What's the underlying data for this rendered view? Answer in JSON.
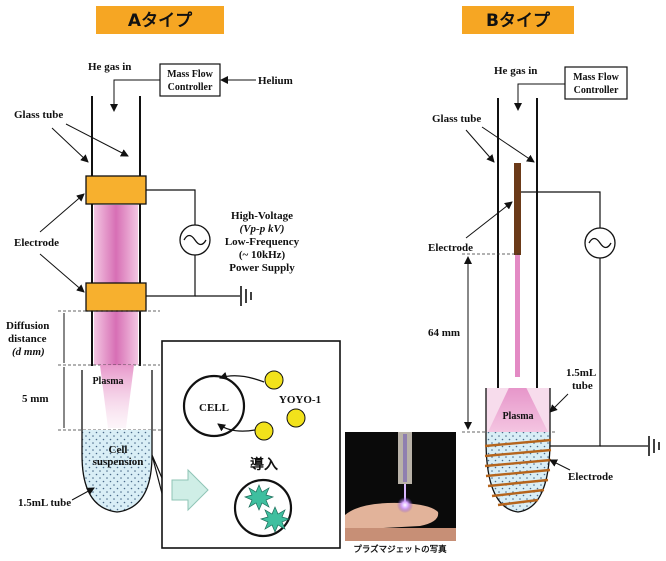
{
  "type_a": {
    "title": "Aタイプ",
    "he_gas_in": "He gas in",
    "mfc_line1": "Mass Flow",
    "mfc_line2": "Controller",
    "helium": "Helium",
    "glass_tube": "Glass tube",
    "electrode": "Electrode",
    "hv_line1": "High-Voltage",
    "hv_line2": "(Vp-p kV)",
    "hv_line3": "Low-Frequency",
    "hv_line4": "(~ 10kHz)",
    "hv_line5": "Power Supply",
    "diffusion_line1": "Diffusion",
    "diffusion_line2": "distance",
    "diffusion_line3": "(d mm)",
    "plasma": "Plasma",
    "five_mm": "5 mm",
    "cell_line1": "Cell",
    "cell_line2": "suspension",
    "tube_label": "1.5mL tube"
  },
  "inset": {
    "cell": "CELL",
    "yoyo": "YOYO-1",
    "introduction": "導入"
  },
  "photo": {
    "caption": "プラズマジェットの写真"
  },
  "type_b": {
    "title": "Bタイプ",
    "he_gas_in": "He gas in",
    "mfc_line1": "Mass Flow",
    "mfc_line2": "Controller",
    "glass_tube": "Glass tube",
    "electrode_top": "Electrode",
    "distance": "64 mm",
    "tube_line1": "1.5mL",
    "tube_line2": "tube",
    "plasma": "Plasma",
    "electrode_bottom": "Electrode"
  },
  "colors": {
    "title_bg": "#f6a623",
    "electrode": "#f7b02e",
    "plasma": "#e38ac4",
    "suspension": "#d9eef6",
    "coil": "#b5651d",
    "yoyo": "#f2e21b",
    "sparkle": "#3fbf9f",
    "arrow_fill": "#cfeee6"
  }
}
